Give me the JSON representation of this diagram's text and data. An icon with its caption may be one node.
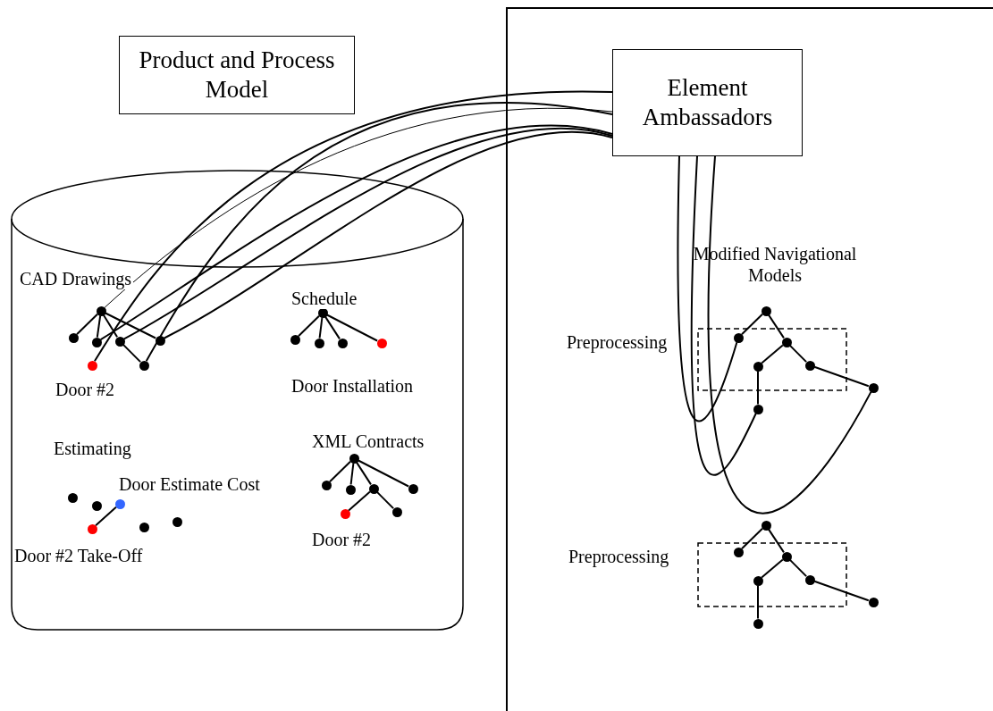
{
  "diagram": {
    "nodes": [
      {
        "text": [
          "Product and Process Model"
        ]
      },
      {
        "text": [],
        "shape": "box"
      },
      {
        "text": [
          "Element Ambassadors"
        ],
        "in": 1
      },
      {
        "text": [],
        "shape": "cylinder"
      },
      {
        "text": [],
        "shape": "circle",
        "in": 3
      },
      {
        "text": [],
        "shape": "circle",
        "in": 3
      },
      {
        "text": [],
        "shape": "circle",
        "in": 3
      },
      {
        "text": [],
        "shape": "circle",
        "in": 3
      },
      {
        "text": [],
        "shape": "circle",
        "in": 3
      },
      {
        "text": [],
        "shape": "circle",
        "in": 3
      },
      {
        "text": [],
        "shape": "circle",
        "in": 3,
        "beside": [
          "Door #2"
        ]
      },
      {
        "text": [],
        "shape": "circle",
        "in": 3
      },
      {
        "text": [],
        "shape": "circle",
        "in": 3
      },
      {
        "text": [],
        "shape": "circle",
        "in": 3
      },
      {
        "text": [],
        "shape": "circle",
        "in": 3
      },
      {
        "text": [],
        "shape": "circle",
        "in": 3,
        "beside": [
          "Door Installation"
        ]
      },
      {
        "text": [],
        "shape": "circle",
        "in": 3
      },
      {
        "text": [],
        "shape": "circle",
        "in": 3
      },
      {
        "text": [],
        "shape": "circle",
        "in": 3,
        "beside": [
          "Door Estimate Cost"
        ]
      },
      {
        "text": [],
        "shape": "circle",
        "in": 3,
        "beside": [
          "Door #2 Take-Off"
        ]
      },
      {
        "text": [],
        "shape": "circle",
        "in": 3
      },
      {
        "text": [],
        "shape": "circle",
        "in": 3
      },
      {
        "text": [],
        "shape": "circle",
        "in": 3
      },
      {
        "text": [],
        "shape": "circle",
        "in": 3
      },
      {
        "text": [],
        "shape": "circle",
        "in": 3
      },
      {
        "text": [],
        "shape": "circle",
        "in": 3
      },
      {
        "text": [],
        "shape": "circle",
        "in": 3
      },
      {
        "text": [],
        "shape": "circle",
        "in": 3,
        "beside": [
          "Door #2"
        ]
      },
      {
        "text": [],
        "shape": "circle",
        "in": 3
      },
      {
        "text": [],
        "shape": "box",
        "in": 1,
        "beside": [
          "Preprocessing"
        ]
      },
      {
        "text": [],
        "shape": "circle",
        "in": 1
      },
      {
        "text": [],
        "shape": "circle",
        "in": 29
      },
      {
        "text": [],
        "shape": "circle",
        "in": 29
      },
      {
        "text": [],
        "shape": "circle",
        "in": 29
      },
      {
        "text": [],
        "shape": "circle",
        "in": 29
      },
      {
        "text": [],
        "shape": "circle",
        "in": 1
      },
      {
        "text": [],
        "shape": "circle",
        "in": 1
      },
      {
        "text": [],
        "shape": "box",
        "in": 1,
        "beside": [
          "Preprocessing"
        ]
      },
      {
        "text": [],
        "shape": "circle",
        "in": 1
      },
      {
        "text": [],
        "shape": "circle",
        "in": 37
      },
      {
        "text": [],
        "shape": "circle",
        "in": 37
      },
      {
        "text": [],
        "shape": "circle",
        "in": 37
      },
      {
        "text": [],
        "shape": "circle",
        "in": 37
      },
      {
        "text": [],
        "shape": "circle",
        "in": 1
      },
      {
        "text": [],
        "shape": "circle",
        "in": 1
      }
    ],
    "edges": [
      {
        "from": 2,
        "to": 4,
        "arrow": "none"
      },
      {
        "from": 2,
        "to": 10,
        "arrow": "none"
      },
      {
        "from": 2,
        "to": 9,
        "arrow": "none"
      },
      {
        "from": 2,
        "to": 6,
        "arrow": "none"
      },
      {
        "from": 2,
        "to": 7,
        "arrow": "none"
      },
      {
        "from": 2,
        "to": 8,
        "arrow": "none"
      },
      {
        "from": 2,
        "to": 31,
        "arrow": "none"
      },
      {
        "from": 2,
        "to": 35,
        "arrow": "none"
      },
      {
        "from": 2,
        "to": 36,
        "arrow": "none"
      },
      {
        "from": 4,
        "to": 5,
        "arrow": "none"
      },
      {
        "from": 4,
        "to": 6,
        "arrow": "none"
      },
      {
        "from": 4,
        "to": 7,
        "arrow": "none"
      },
      {
        "from": 4,
        "to": 8,
        "arrow": "none"
      },
      {
        "from": 7,
        "to": 9,
        "arrow": "none"
      },
      {
        "from": 11,
        "to": 12,
        "arrow": "none"
      },
      {
        "from": 11,
        "to": 13,
        "arrow": "none"
      },
      {
        "from": 11,
        "to": 14,
        "arrow": "none"
      },
      {
        "from": 11,
        "to": 15,
        "arrow": "none"
      },
      {
        "from": 19,
        "to": 18,
        "arrow": "none"
      },
      {
        "from": 22,
        "to": 23,
        "arrow": "none"
      },
      {
        "from": 22,
        "to": 24,
        "arrow": "none"
      },
      {
        "from": 22,
        "to": 25,
        "arrow": "none"
      },
      {
        "from": 22,
        "to": 26,
        "arrow": "none"
      },
      {
        "from": 25,
        "to": 27,
        "arrow": "none"
      },
      {
        "from": 25,
        "to": 28,
        "arrow": "none"
      },
      {
        "from": 30,
        "to": 31,
        "arrow": "none"
      },
      {
        "from": 30,
        "to": 32,
        "arrow": "none"
      },
      {
        "from": 32,
        "to": 33,
        "arrow": "none"
      },
      {
        "from": 32,
        "to": 34,
        "arrow": "none"
      },
      {
        "from": 33,
        "to": 35,
        "arrow": "none"
      },
      {
        "from": 34,
        "to": 36,
        "arrow": "none"
      },
      {
        "from": 38,
        "to": 39,
        "arrow": "none"
      },
      {
        "from": 38,
        "to": 40,
        "arrow": "none"
      },
      {
        "from": 40,
        "to": 41,
        "arrow": "none"
      },
      {
        "from": 40,
        "to": 42,
        "arrow": "none"
      },
      {
        "from": 41,
        "to": 43,
        "arrow": "none"
      },
      {
        "from": 42,
        "to": 44,
        "arrow": "none"
      }
    ],
    "labels": [
      "Modified Navigational Models",
      "CAD Drawings",
      "Schedule",
      "Estimating",
      "XML Contracts"
    ]
  }
}
